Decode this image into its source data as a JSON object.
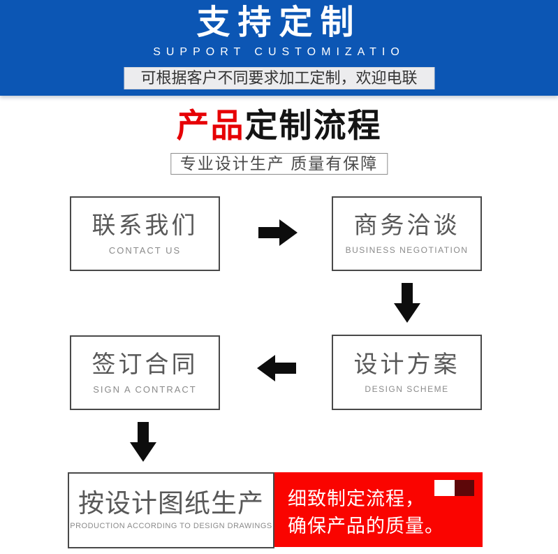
{
  "banner": {
    "title": "支持定制",
    "subtitle": "SUPPORT CUSTOMIZATIO",
    "tagline": "可根据客户不同要求加工定制，欢迎电联",
    "colors": {
      "background": "#0C56B4",
      "tagline_background": "#ECECEE",
      "text": "#FFFFFF"
    }
  },
  "process": {
    "title_red": "产品",
    "title_black": "定制流程",
    "badge": "专业设计生产 质量有保障",
    "accent_red": "#E60005"
  },
  "flow": {
    "steps": [
      {
        "zh": "联系我们",
        "en": "CONTACT US"
      },
      {
        "zh": "商务洽谈",
        "en": "BUSINESS NEGOTIATION"
      },
      {
        "zh": "设计方案",
        "en": "DESIGN SCHEME"
      },
      {
        "zh": "签订合同",
        "en": "SIGN A CONTRACT"
      },
      {
        "zh": "按设计图纸生产",
        "en": "PRODUCTION ACCORDING TO DESIGN DRAWINGS"
      }
    ],
    "icons": {
      "arrow_right": "➡",
      "arrow_down": "⬇",
      "arrow_left": "⬅"
    },
    "note": {
      "line1": "细致制定流程，",
      "line2": "确保产品的质量。",
      "colors": {
        "background": "#FA0400",
        "text": "#FFFFFF",
        "square_white": "#FFFFFF",
        "square_maroon": "#5D0709"
      }
    }
  }
}
